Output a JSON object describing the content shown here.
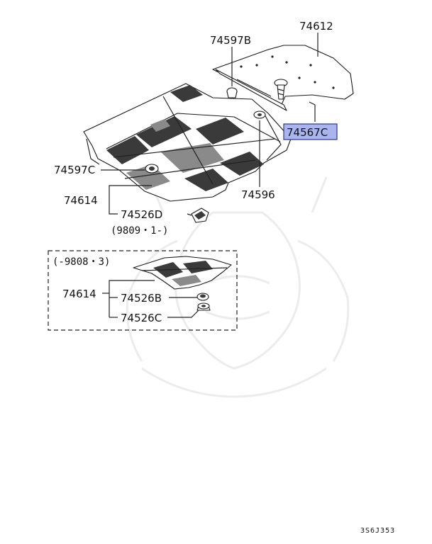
{
  "diagram": {
    "callouts": {
      "c74612": "74612",
      "c74597b": "74597B",
      "c74567c": "74567C",
      "c74597c": "74597C",
      "c74596": "74596",
      "c74614_top": "74614",
      "c74526d": "74526D",
      "note_after": "(9809・1-)",
      "note_before": "(-9808・3)",
      "c74614_box": "74614",
      "c74526b": "74526B",
      "c74526c": "74526C"
    },
    "figure_code": "3S6J353",
    "highlight_color": "#aab4ee"
  }
}
